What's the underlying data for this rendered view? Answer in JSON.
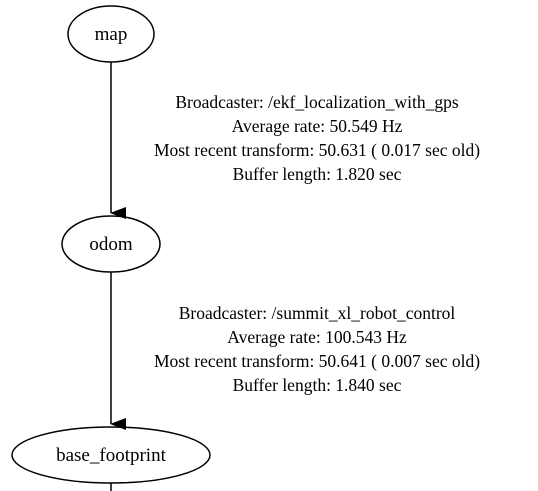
{
  "nodes": {
    "map": "map",
    "odom": "odom",
    "base_footprint": "base_footprint"
  },
  "edges": [
    {
      "from": "map",
      "to": "odom",
      "lines": [
        "Broadcaster: /ekf_localization_with_gps",
        "Average rate: 50.549 Hz",
        "Most recent transform: 50.631 ( 0.017 sec old)",
        "Buffer length: 1.820 sec"
      ]
    },
    {
      "from": "odom",
      "to": "base_footprint",
      "lines": [
        "Broadcaster: /summit_xl_robot_control",
        "Average rate: 100.543 Hz",
        "Most recent transform: 50.641 ( 0.007 sec old)",
        "Buffer length: 1.840 sec"
      ]
    }
  ],
  "colors": {
    "stroke": "#000000",
    "background": "#ffffff"
  }
}
